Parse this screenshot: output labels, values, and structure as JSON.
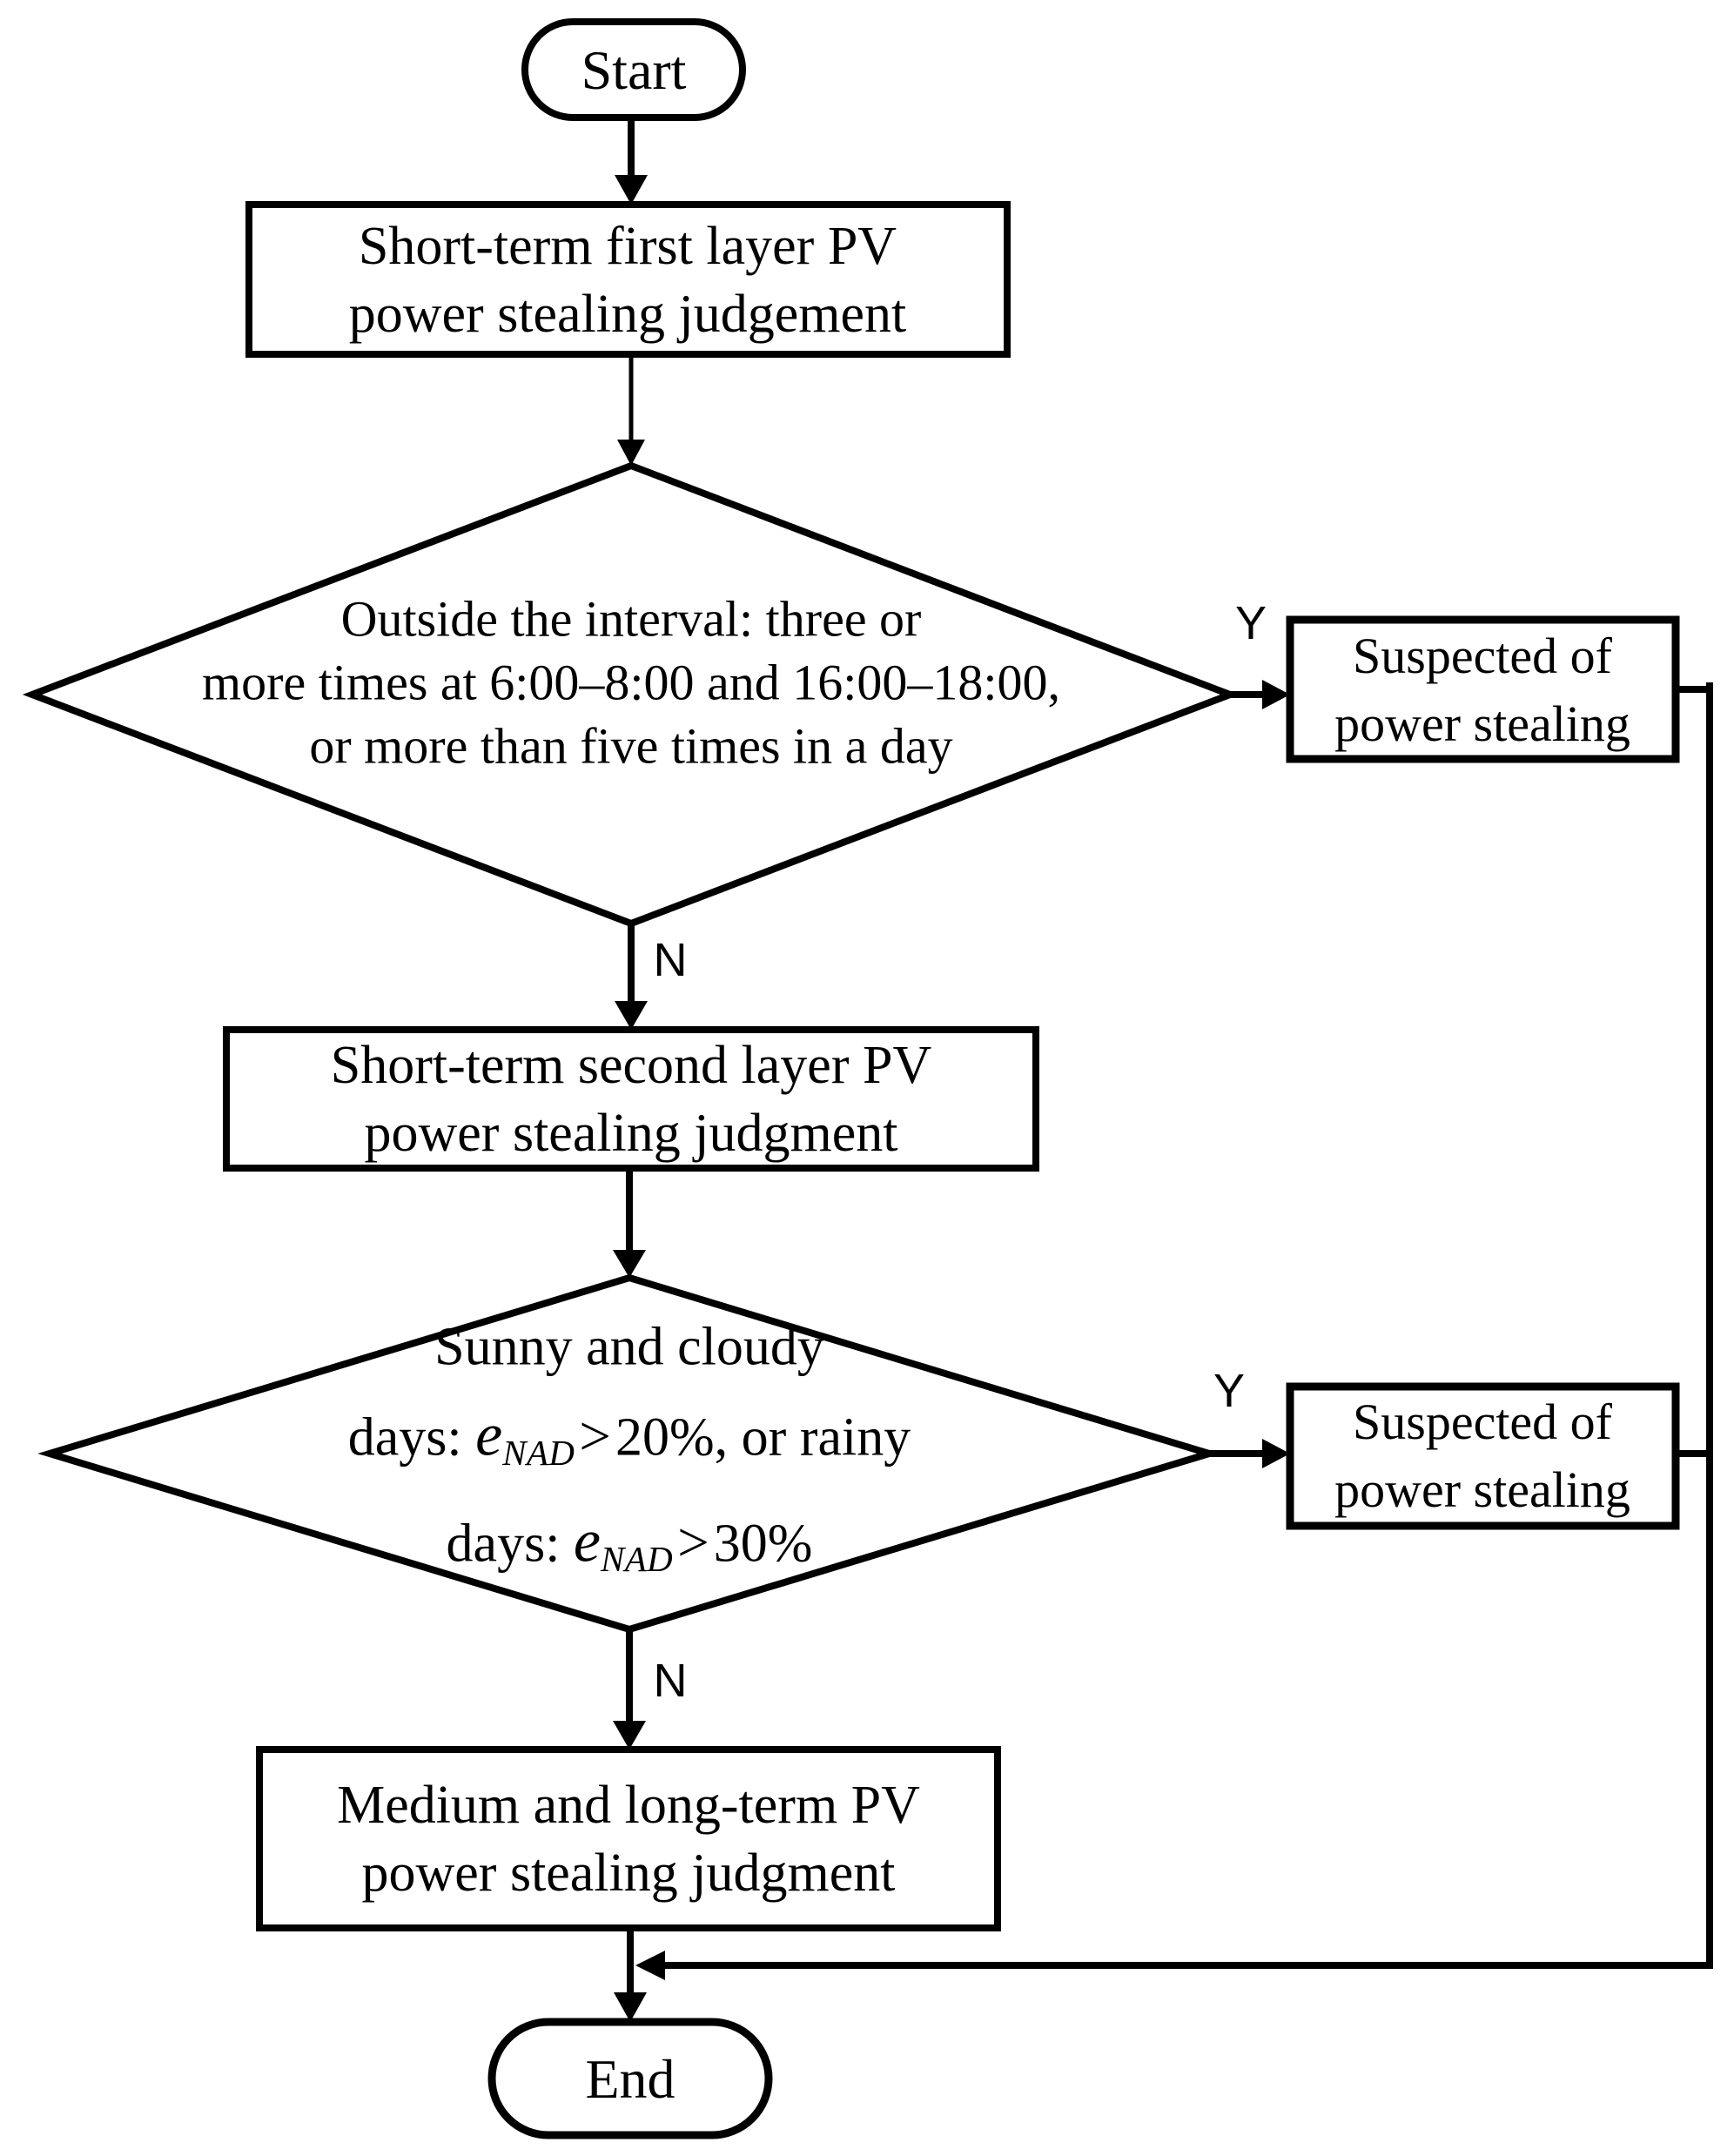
{
  "figure": {
    "background": "#ffffff",
    "line_color": "#000000"
  },
  "nodes": {
    "start": {
      "label": "Start"
    },
    "box1": {
      "line1": "Short-term first layer PV",
      "line2": "power stealing judgement"
    },
    "decision1": {
      "line1": "Outside the interval: three or",
      "line2": "more times at 6:00–8:00 and 16:00–18:00,",
      "line3": "or more than five times in a day"
    },
    "suspected1": {
      "line1": "Suspected of",
      "line2": "power stealing"
    },
    "box2": {
      "line1": "Short-term second layer PV",
      "line2": "power stealing judgment"
    },
    "decision2": {
      "line1": "Sunny and cloudy",
      "line2_prefix": "days: ",
      "line2_var": "e",
      "line2_sub": "NAD",
      "line2_op": ">",
      "line2_rest": "20%, or rainy",
      "line3_prefix": "days: ",
      "line3_var": "e",
      "line3_sub": "NAD",
      "line3_op": ">",
      "line3_rest": "30%"
    },
    "suspected2": {
      "line1": "Suspected of",
      "line2": "power stealing"
    },
    "box3": {
      "line1": "Medium and long-term PV",
      "line2": "power stealing judgment"
    },
    "end": {
      "label": "End"
    }
  },
  "edges": {
    "decision1_yes": "Y",
    "decision1_no": "N",
    "decision2_yes": "Y",
    "decision2_no": "N"
  }
}
